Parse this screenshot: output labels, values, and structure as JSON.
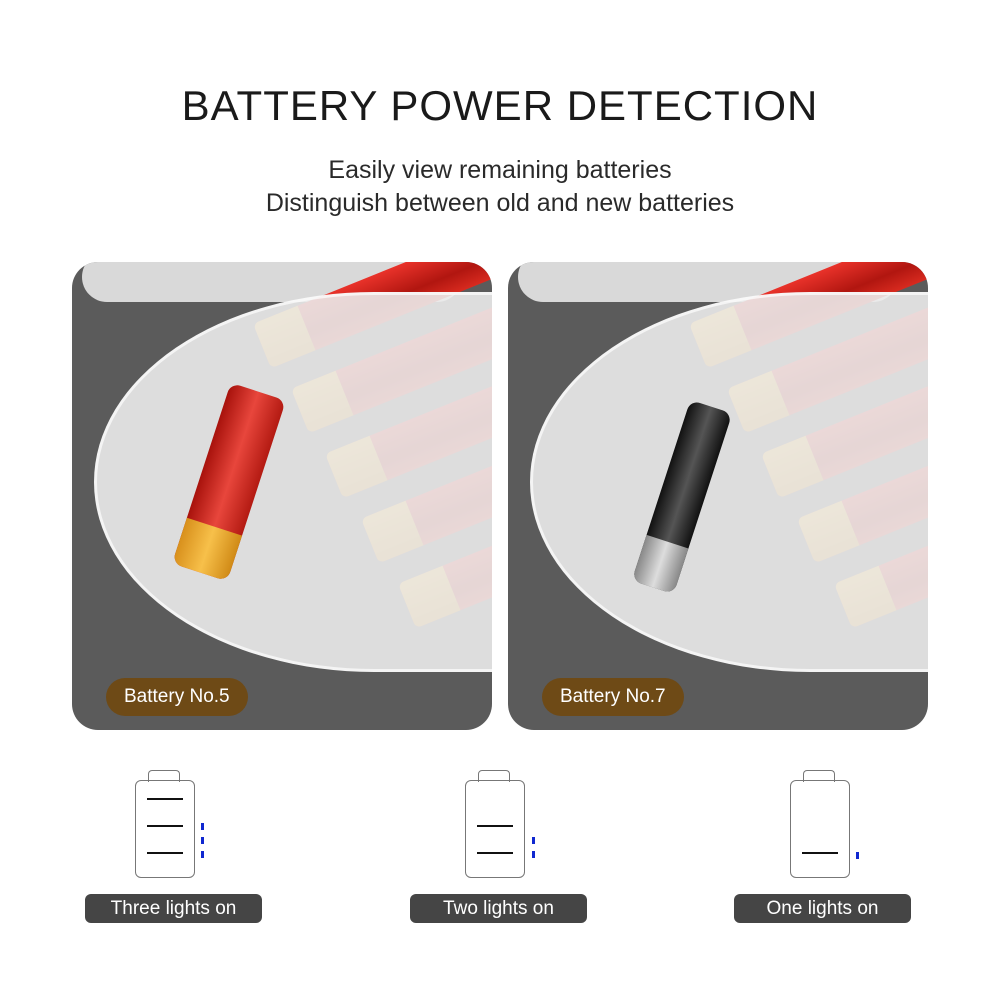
{
  "title": "BATTERY POWER DETECTION",
  "subtitle_lines": [
    "Easily view remaining batteries",
    "Distinguish between old and new batteries"
  ],
  "photos": [
    {
      "label": "Battery No.5"
    },
    {
      "label": "Battery No.7"
    }
  ],
  "indicators": [
    {
      "label": "Three lights on",
      "lights": 3
    },
    {
      "label": "Two lights on",
      "lights": 2
    },
    {
      "label": "One lights on",
      "lights": 1
    }
  ],
  "colors": {
    "light": "#1028d0",
    "tag": "#6e4a16",
    "pill": "#454545",
    "panel": "#5b5b5b"
  }
}
